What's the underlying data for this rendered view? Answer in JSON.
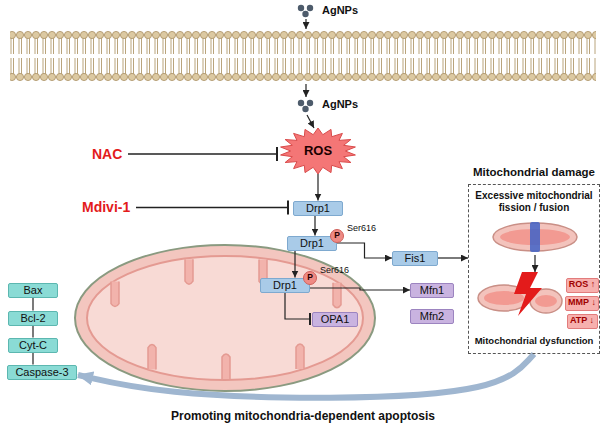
{
  "diagram": {
    "nodes": [
      {
        "text": [
          "ROS"
        ]
      },
      {
        "text": [
          "Drp1"
        ]
      },
      {
        "text": [
          "Drp1"
        ]
      },
      {
        "text": [
          "P",
          "Ser616"
        ]
      },
      {
        "text": [
          "Fis1"
        ]
      },
      {
        "text": [
          "Drp1"
        ]
      },
      {
        "text": [
          "P",
          "Ser616"
        ]
      },
      {
        "text": [
          "Mfn1"
        ]
      },
      {
        "text": [
          "OPA1"
        ]
      },
      {
        "text": [
          "Mfn2"
        ]
      },
      {
        "text": [
          "Bax"
        ]
      },
      {
        "text": [
          "Bcl-2"
        ]
      },
      {
        "text": [
          "Cyt-C"
        ]
      },
      {
        "text": [
          "Caspase-3"
        ]
      },
      {
        "text": [
          "Mitochondrial damage",
          "Excessive mitochondrial fission / fusion",
          "Mitochondrial dysfunction"
        ]
      },
      {
        "text": [
          "ROS ↑"
        ],
        "in": 14
      },
      {
        "text": [
          "MMP ↓"
        ],
        "in": 14
      },
      {
        "text": [
          "ATP ↓"
        ],
        "in": 14
      }
    ],
    "edges": [
      {
        "from": 0,
        "to": 1,
        "arrow": "to"
      },
      {
        "from": 1,
        "to": 2,
        "arrow": "to"
      },
      {
        "from": 2,
        "to": 4,
        "arrow": "to"
      },
      {
        "from": 2,
        "to": 5,
        "arrow": "to"
      },
      {
        "from": 5,
        "to": 7,
        "arrow": "to"
      },
      {
        "from": 5,
        "to": 8,
        "arrow": "none"
      },
      {
        "from": 10,
        "to": 11,
        "arrow": "none"
      },
      {
        "from": 11,
        "to": 12,
        "arrow": "none"
      },
      {
        "from": 12,
        "to": 13,
        "arrow": "none"
      },
      {
        "from": 4,
        "to": 14,
        "arrow": "to"
      },
      {
        "from": 14,
        "to": 13,
        "label": "Promoting mitochondria-dependent apoptosis",
        "arrow": "to"
      }
    ],
    "labels": [
      "AgNPs",
      "AgNPs",
      "NAC",
      "Mdivi-1"
    ]
  }
}
